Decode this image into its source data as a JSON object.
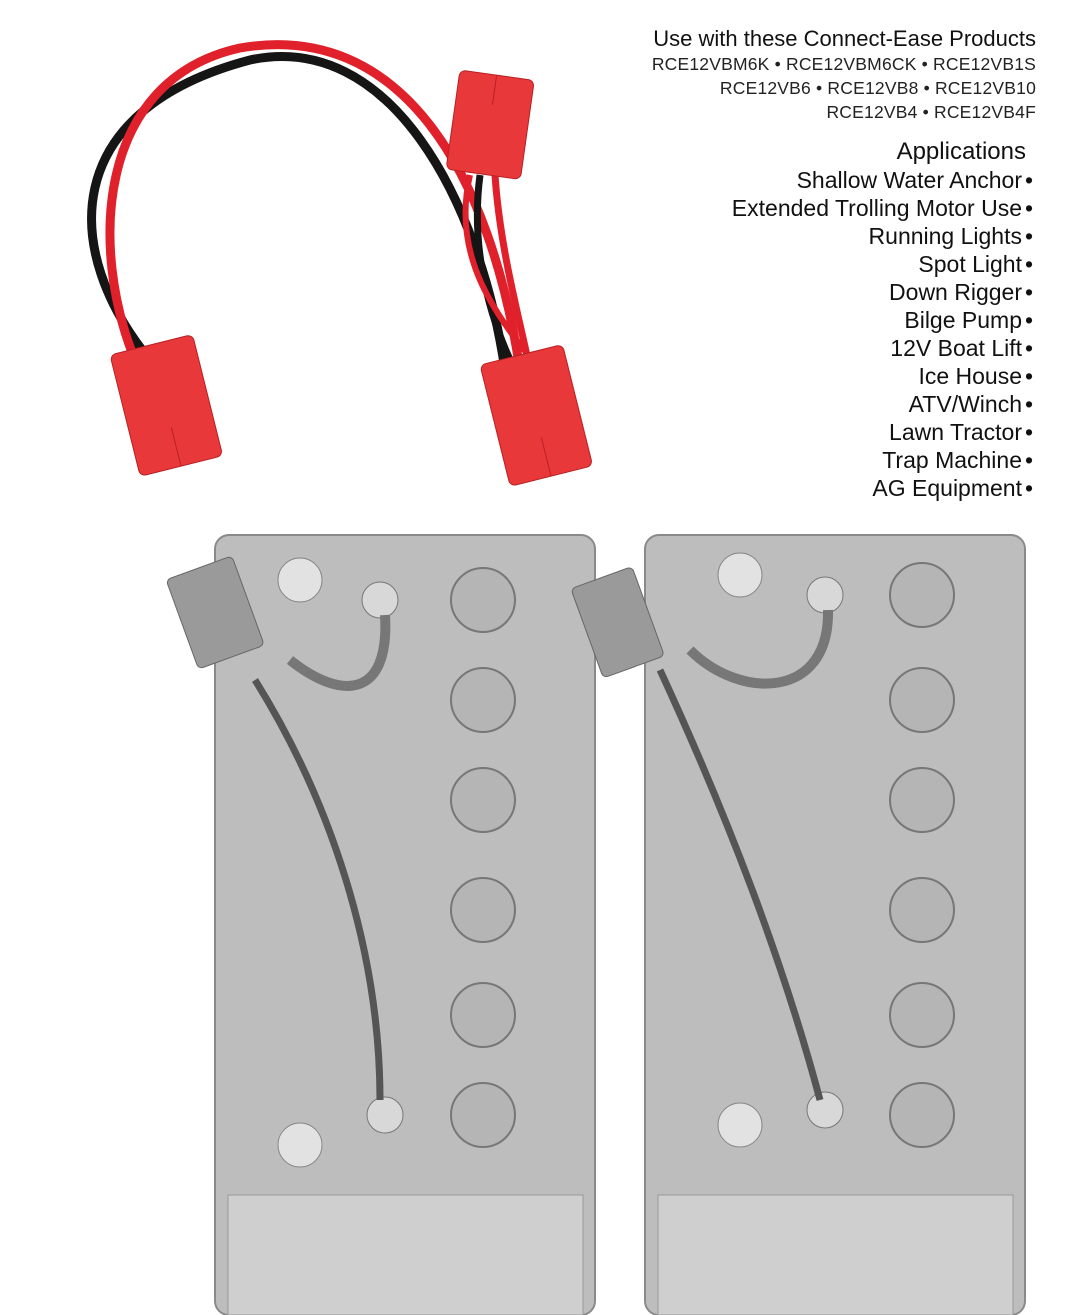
{
  "header": {
    "title": "Use with these Connect-Ease Products"
  },
  "products": [
    "RCE12VBM6K • RCE12VBM6CK  •  RCE12VB1S",
    "RCE12VB6 • RCE12VB8  • RCE12VB10",
    "RCE12VB4 • RCE12VB4F"
  ],
  "applications": {
    "title": "Applications",
    "items": [
      "Shallow Water Anchor",
      "Extended Trolling Motor Use",
      "Running Lights",
      "Spot Light",
      "Down Rigger",
      "Bilge Pump",
      "12V Boat Lift",
      "Ice House",
      "ATV/Winch",
      "Lawn Tractor",
      "Trap Machine",
      "AG Equipment"
    ],
    "bullet": "•"
  },
  "colors": {
    "connector": "#e8383a",
    "wire_red": "#e0202a",
    "wire_black": "#151515",
    "battery": "#b9b9b9"
  }
}
